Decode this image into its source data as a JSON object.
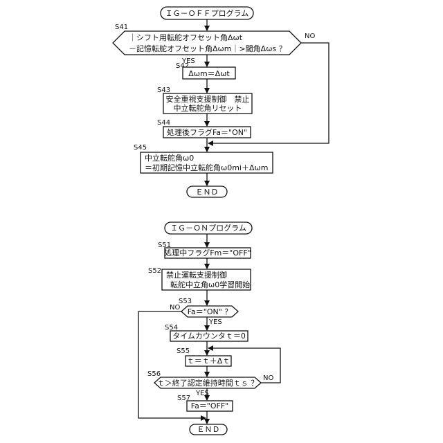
{
  "ig_off": {
    "title": "ＩＧ－ＯＦＦプログラム",
    "s41": {
      "label": "S41",
      "line1": "｜シフト用転舵オフセット角Δωt",
      "line2": "－記憶転舵オフセット角Δωm｜>閾角Δωs ？",
      "yes": "YES",
      "no": "NO"
    },
    "s42": {
      "label": "S42",
      "text": "Δωm＝Δωt"
    },
    "s43": {
      "label": "S43",
      "line1": "安全重視支援制御　禁止",
      "line2": "中立転舵角リセット"
    },
    "s44": {
      "label": "S44",
      "text": "処理後フラグFa＝\"ON\""
    },
    "s45": {
      "label": "S45",
      "line1": "中立転舵角ω0",
      "line2": "＝初期記憶中立転舵角ω0mi＋Δωm"
    },
    "end": "ＥＮＤ"
  },
  "ig_on": {
    "title": "ＩＧ－ＯＮプログラム",
    "s51": {
      "label": "S51",
      "text": "処理中フラグFm＝\"OFF\""
    },
    "s52": {
      "label": "S52",
      "line1": "禁止運転支援制御",
      "line2": "転舵中立角ω0学習開始"
    },
    "s53": {
      "label": "S53",
      "text": "Fa＝\"ON\" ？",
      "yes": "YES",
      "no": "NO"
    },
    "s54": {
      "label": "S54",
      "text": "タイムカウンタｔ＝0"
    },
    "s55": {
      "label": "S55",
      "text": "ｔ＝ｔ＋Δｔ"
    },
    "s56": {
      "label": "S56",
      "text": "ｔ＞終了認定維持時間ｔｓ ？",
      "yes": "YES",
      "no": "NO"
    },
    "s57": {
      "label": "S57",
      "text": "Fa＝\"OFF\""
    },
    "end": "ＥＮＤ"
  }
}
